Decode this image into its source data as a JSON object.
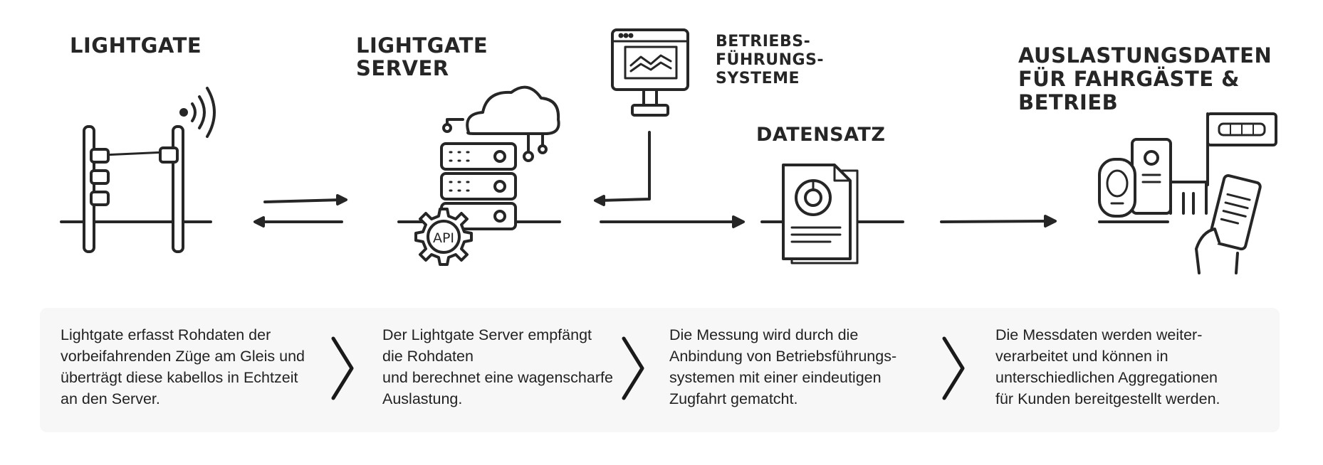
{
  "steps": [
    {
      "title_lines": [
        "LIGHTGATE"
      ],
      "description": "Lightgate erfasst Rohdaten der\nvorbeifahrenden Züge am Gleis und\nüberträgt diese kabellos in Echtzeit\nan den Server."
    },
    {
      "title_lines": [
        "LIGHTGATE",
        "SERVER"
      ],
      "description": "Der Lightgate Server empfängt\ndie Rohdaten\nund berechnet eine wagenscharfe\nAuslastung."
    },
    {
      "title_lines": [
        "DATENSATZ"
      ],
      "description": "Die Messung wird durch die\nAnbindung von Betriebsführungs-\nsystemen mit einer eindeutigen\nZugfahrt gematcht."
    },
    {
      "title_lines": [
        "AUSLASTUNGSDATEN",
        "FÜR FAHRGÄSTE &",
        "BETRIEB"
      ],
      "description": "Die Messdaten werden weiter-\nverarbeitet und können in\nunterschiedlichen Aggregationen\nfür Kunden bereitgestellt werden."
    }
  ],
  "side_source": {
    "title_lines": [
      "BETRIEBS-",
      "FÜHRUNGS-",
      "SYSTEME"
    ]
  },
  "api_label": "API",
  "colors": {
    "ink": "#262626",
    "panel": "#f7f7f7",
    "background": "#ffffff"
  }
}
